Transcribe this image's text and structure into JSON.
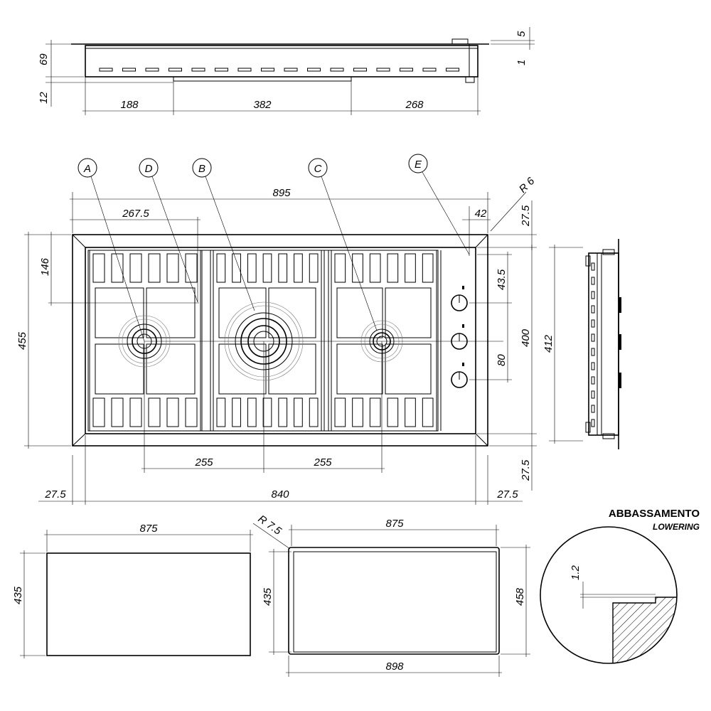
{
  "dimensions": {
    "top_gap_5": "5",
    "top_gap_1": "1",
    "side_height_69": "69",
    "side_drop_12": "12",
    "side_w_188": "188",
    "side_w_382": "382",
    "side_w_268": "268",
    "overall_width_895": "895",
    "offset_267_5": "267.5",
    "edge_42": "42",
    "radius_6": "R 6",
    "edge_27_5_top_right": "27.5",
    "depth_146": "146",
    "depth_455": "455",
    "knob_43_5": "43.5",
    "knob_spacing_80": "80",
    "depth_400": "400",
    "depth_412": "412",
    "burner_spacing_left": "255",
    "burner_spacing_right": "255",
    "edge_27_5_bottom_right": "27.5",
    "edge_27_5_left": "27.5",
    "inner_width_840": "840",
    "edge_27_5_right": "27.5",
    "cutout_width_875_a": "875",
    "cutout_height_435_a": "435",
    "radius_7_5": "R 7.5",
    "cutout_width_875_b": "875",
    "cutout_height_435_b": "435",
    "recess_height_458": "458",
    "recess_width_898": "898",
    "lowering_1_2": "1.2"
  },
  "callouts": [
    "A",
    "D",
    "B",
    "C",
    "E"
  ],
  "detail": {
    "title": "ABBASSAMENTO",
    "subtitle": "LOWERING"
  }
}
